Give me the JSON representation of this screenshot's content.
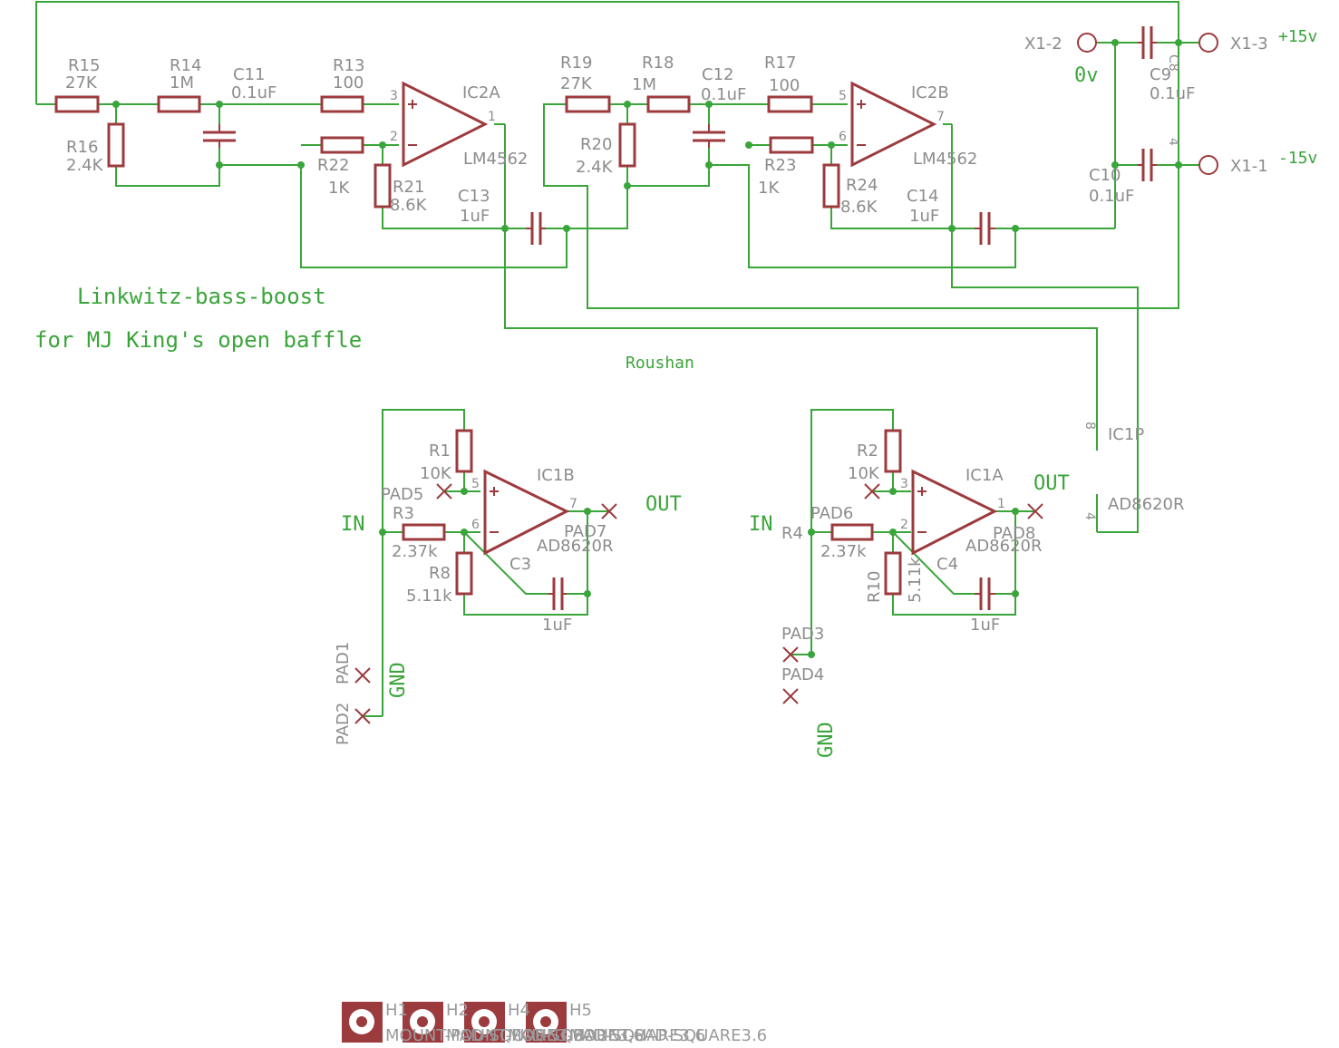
{
  "title": {
    "line1": "Linkwitz-bass-boost",
    "line2": "for MJ King's open baffle",
    "author": "Roushan"
  },
  "power": {
    "X1_2": "X1-2",
    "X1_3": "X1-3",
    "X1_1": "X1-1",
    "zero": "0v",
    "plus": "+15v",
    "minus": "-15v",
    "C8": "C8",
    "C9": "C9",
    "C9_val": "0.1uF",
    "C10": "C10",
    "C10_val": "0.1uF",
    "pin8": "8",
    "pin4": "4"
  },
  "stage_a": {
    "R15": "R15",
    "R15_val": "27K",
    "R14": "R14",
    "R14_val": "1M",
    "C11": "C11",
    "C11_val": "0.1uF",
    "R13": "R13",
    "R13_val": "100",
    "R16": "R16",
    "R16_val": "2.4K",
    "R22": "R22",
    "R22_val": "1K",
    "R21": "R21",
    "R21_val": "8.6K",
    "C13": "C13",
    "C13_val": "1uF",
    "ic": "IC2A",
    "ic_val": "LM4562",
    "p_plus": "3",
    "p_minus": "2",
    "p_out": "1"
  },
  "stage_b": {
    "R19": "R19",
    "R19_val": "27K",
    "R18": "R18",
    "R18_val": "1M",
    "C12": "C12",
    "C12_val": "0.1uF",
    "R17": "R17",
    "R17_val": "100",
    "R20": "R20",
    "R20_val": "2.4K",
    "R23": "R23",
    "R23_val": "1K",
    "R24": "R24",
    "R24_val": "8.6K",
    "C14": "C14",
    "C14_val": "1uF",
    "ic": "IC2B",
    "ic_val": "LM4562",
    "p_plus": "5",
    "p_minus": "6",
    "p_out": "7"
  },
  "ic1p": {
    "name": "IC1P",
    "val": "AD8620R",
    "pin8": "8",
    "pin4": "4"
  },
  "buffer_b": {
    "R1": "R1",
    "R1_val": "10K",
    "R3": "R3",
    "R3_val": "2.37k",
    "R8": "R8",
    "R8_val": "5.11k",
    "C3": "C3",
    "C3_val": "1uF",
    "pad5": "PAD5",
    "pad7": "PAD7",
    "ic": "IC1B",
    "ic_val": "AD8620R",
    "p_plus": "5",
    "p_minus": "6",
    "p_out": "7",
    "in": "IN",
    "out": "OUT",
    "gnd": "GND",
    "pad1": "PAD1",
    "pad2": "PAD2"
  },
  "buffer_a": {
    "R2": "R2",
    "R2_val": "10K",
    "R4": "R4",
    "R4_val": "2.37k",
    "PAD6": "PAD6",
    "R10": "R10",
    "R10_val": "5.11k",
    "C4": "C4",
    "C4_val": "1uF",
    "pad8": "PAD8",
    "ic": "IC1A",
    "ic_val": "AD8620R",
    "p_plus": "3",
    "p_minus": "2",
    "p_out": "1",
    "in": "IN",
    "out": "OUT",
    "gnd": "GND",
    "pad3": "PAD3",
    "pad4": "PAD4"
  },
  "mounting": {
    "h1": "H1",
    "h2": "H2",
    "h4": "H4",
    "h5": "H5",
    "text": "MOUNT-PAD-SQUARE3.6"
  }
}
